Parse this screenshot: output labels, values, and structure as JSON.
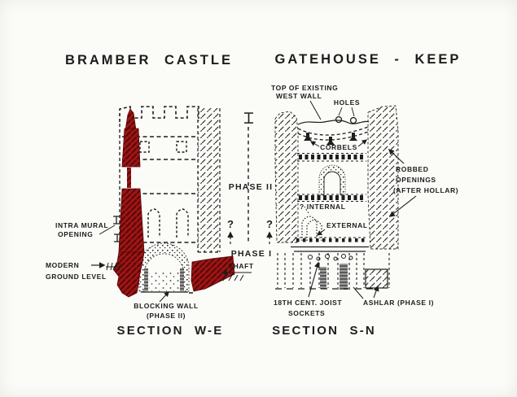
{
  "colors": {
    "ink": "#1d1d1d",
    "red_fill": "#9e1515",
    "red_hatch": "#560707",
    "paper": "#fbfbf8"
  },
  "titles": {
    "left": "BRAMBER CASTLE",
    "right": "GATEHOUSE - KEEP"
  },
  "left_section": {
    "caption": "SECTION W-E",
    "labels": {
      "intra_mural_line1": "INTRA MURAL",
      "intra_mural_line2": "OPENING",
      "ground_line1": "MODERN",
      "ground_line2": "GROUND LEVEL",
      "blocking_line1": "BLOCKING WALL",
      "blocking_line2": "(PHASE II)",
      "shaft": "SHAFT",
      "phase2": "PHASE II",
      "phase1": "PHASE I",
      "query_left": "?",
      "query_right": "?"
    }
  },
  "right_section": {
    "caption": "SECTION S-N",
    "labels": {
      "top_wall_line1": "TOP OF EXISTING",
      "top_wall_line2": "WEST WALL",
      "holes": "HOLES",
      "corbels": "CORBELS",
      "robbed_line1": "ROBBED",
      "robbed_line2": "OPENINGS",
      "robbed_line3": "(AFTER HOLLAR)",
      "internal": "? INTERNAL",
      "external": "EXTERNAL",
      "joist_line1": "18TH CENT. JOIST",
      "joist_line2": "SOCKETS",
      "ashlar": "ASHLAR (PHASE I)"
    }
  }
}
